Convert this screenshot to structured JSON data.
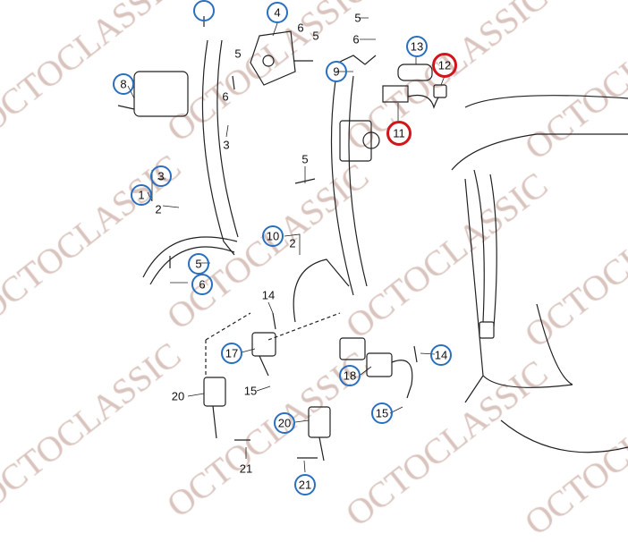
{
  "watermark": "OCTOCLASSIC",
  "colors": {
    "blue_circle": "#2a6fbe",
    "red_circle": "#d0161b",
    "watermark": "#d9c3bd"
  },
  "callouts": [
    {
      "text": "4",
      "mark": "blue"
    },
    {
      "text": "6",
      "mark": "none"
    },
    {
      "text": "5",
      "mark": "none"
    },
    {
      "text": "5",
      "mark": "none"
    },
    {
      "text": "6",
      "mark": "none"
    },
    {
      "text": "8",
      "mark": "blue"
    },
    {
      "text": "5",
      "mark": "none"
    },
    {
      "text": "6",
      "mark": "none"
    },
    {
      "text": "3",
      "mark": "none"
    },
    {
      "text": "13",
      "mark": "blue"
    },
    {
      "text": "12",
      "mark": "red"
    },
    {
      "text": "9",
      "mark": "blue"
    },
    {
      "text": "11",
      "mark": "red"
    },
    {
      "text": "5",
      "mark": "none"
    },
    {
      "text": "3",
      "mark": "blue"
    },
    {
      "text": "1",
      "mark": "blue"
    },
    {
      "text": "2",
      "mark": "none"
    },
    {
      "text": "10",
      "mark": "blue"
    },
    {
      "text": "2",
      "mark": "none"
    },
    {
      "text": "5",
      "mark": "blue"
    },
    {
      "text": "6",
      "mark": "blue"
    },
    {
      "text": "14",
      "mark": "none"
    },
    {
      "text": "17",
      "mark": "blue"
    },
    {
      "text": "14",
      "mark": "blue"
    },
    {
      "text": "18",
      "mark": "blue"
    },
    {
      "text": "15",
      "mark": "none"
    },
    {
      "text": "15",
      "mark": "blue"
    },
    {
      "text": "20",
      "mark": "none"
    },
    {
      "text": "20",
      "mark": "blue"
    },
    {
      "text": "21",
      "mark": "none"
    },
    {
      "text": "21",
      "mark": "blue"
    }
  ]
}
